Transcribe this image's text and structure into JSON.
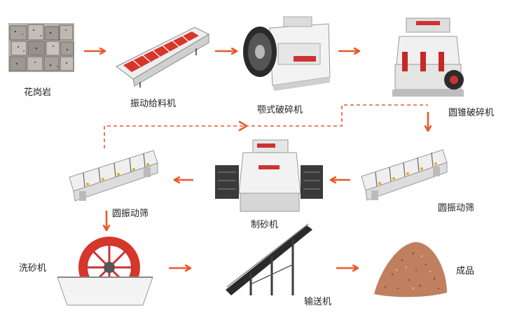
{
  "diagram": {
    "accent_color": "#e85a2a",
    "nodes": [
      {
        "id": "granite",
        "label": "花岗岩",
        "icon": "granite-rock-pile"
      },
      {
        "id": "vibrating_feeder",
        "label": "振动给料机",
        "icon": "vibrating-feeder-machine"
      },
      {
        "id": "jaw_crusher",
        "label": "颚式破碎机",
        "icon": "jaw-crusher-machine"
      },
      {
        "id": "cone_crusher",
        "label": "圆锥破碎机",
        "icon": "cone-crusher-machine"
      },
      {
        "id": "vibrating_screen_right",
        "label": "圆振动筛",
        "icon": "vibrating-screen-machine"
      },
      {
        "id": "sand_maker",
        "label": "制砂机",
        "icon": "sand-making-machine"
      },
      {
        "id": "vibrating_screen_left",
        "label": "圆振动筛",
        "icon": "vibrating-screen-machine"
      },
      {
        "id": "sand_washer",
        "label": "洗砂机",
        "icon": "wheel-sand-washer"
      },
      {
        "id": "conveyor",
        "label": "输送机",
        "icon": "belt-conveyor"
      },
      {
        "id": "finished_product",
        "label": "成品",
        "icon": "sand-pile"
      }
    ],
    "edges": [
      {
        "from": "granite",
        "to": "vibrating_feeder",
        "style": "solid"
      },
      {
        "from": "vibrating_feeder",
        "to": "jaw_crusher",
        "style": "solid"
      },
      {
        "from": "jaw_crusher",
        "to": "cone_crusher",
        "style": "solid"
      },
      {
        "from": "cone_crusher",
        "to": "vibrating_screen_right",
        "style": "solid"
      },
      {
        "from": "vibrating_screen_right",
        "to": "sand_maker",
        "style": "solid"
      },
      {
        "from": "sand_maker",
        "to": "vibrating_screen_left",
        "style": "solid"
      },
      {
        "from": "vibrating_screen_left",
        "to": "sand_washer",
        "style": "solid"
      },
      {
        "from": "sand_washer",
        "to": "conveyor",
        "style": "solid"
      },
      {
        "from": "conveyor",
        "to": "finished_product",
        "style": "solid"
      },
      {
        "from": "vibrating_screen_left",
        "to": "cone_crusher",
        "style": "dashed"
      }
    ]
  }
}
